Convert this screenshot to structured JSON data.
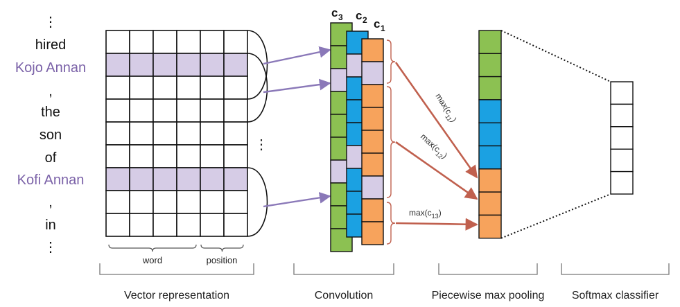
{
  "words": [
    {
      "text": "⋮",
      "highlight": false
    },
    {
      "text": "hired",
      "highlight": false
    },
    {
      "text": "Kojo Annan",
      "highlight": true
    },
    {
      "text": ",",
      "highlight": false
    },
    {
      "text": "the",
      "highlight": false
    },
    {
      "text": "son",
      "highlight": false
    },
    {
      "text": "of",
      "highlight": false
    },
    {
      "text": "Kofi Annan",
      "highlight": true
    },
    {
      "text": ",",
      "highlight": false
    },
    {
      "text": "in",
      "highlight": false
    },
    {
      "text": "⋮",
      "highlight": false
    }
  ],
  "embedding": {
    "rows": 9,
    "highlight_rows": [
      1,
      6
    ],
    "word_label": "word",
    "position_label": "position",
    "continuation": "⋮"
  },
  "convolution": {
    "filter_labels": [
      "c",
      "c",
      "c"
    ],
    "filter_subscripts": [
      "3",
      "2",
      "1"
    ],
    "filter_colors": [
      "#8cc152",
      "#1ba1e2",
      "#f7a35c"
    ],
    "highlight_color": "#d6cce6"
  },
  "pooling": {
    "labels": [
      {
        "main": "max(c",
        "sub": "11",
        "tail": ")"
      },
      {
        "main": "max(c",
        "sub": "12",
        "tail": ")"
      },
      {
        "main": "max(c",
        "sub": "13",
        "tail": ")"
      }
    ],
    "cell_colors": [
      "#8cc152",
      "#8cc152",
      "#8cc152",
      "#1ba1e2",
      "#1ba1e2",
      "#1ba1e2",
      "#f7a35c",
      "#f7a35c",
      "#f7a35c"
    ]
  },
  "softmax": {
    "cells": 5
  },
  "stages": [
    {
      "label": "Vector representation"
    },
    {
      "label": "Convolution"
    },
    {
      "label": "Piecewise max pooling"
    },
    {
      "label": "Softmax classifier"
    }
  ],
  "colors": {
    "word_highlight": "#7b62a8",
    "row_highlight": "#d6cce6",
    "arrow_purple": "#8a78b8",
    "arrow_red": "#c0604e",
    "brace": "#c0604e"
  }
}
